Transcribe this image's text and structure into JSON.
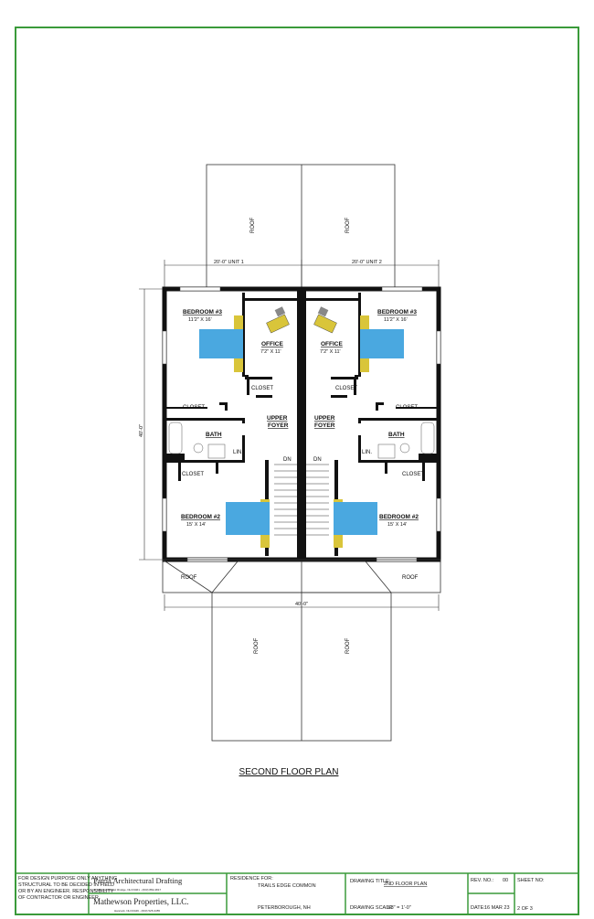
{
  "plan_title": "SECOND FLOOR PLAN",
  "dimensions": {
    "unit1_width": "20'-0\" UNIT 1",
    "unit2_width": "20'-0\" UNIT 2",
    "depth": "40'-0\"",
    "overall_width": "40'-0\""
  },
  "labels": {
    "roof": "ROOF",
    "closet": "CLOSET",
    "bath": "BATH",
    "linen": "LIN.",
    "down": "DN"
  },
  "rooms": {
    "bedroom3": {
      "name": "BEDROOM #3",
      "size": "11'2\" X 16'"
    },
    "office": {
      "name": "OFFICE",
      "size": "7'2\" X 11'"
    },
    "foyer_line1": "UPPER",
    "foyer_line2": "FOYER",
    "bedroom2": {
      "name": "BEDROOM #2",
      "size": "15' X 14'"
    }
  },
  "title_block": {
    "disclaimer": [
      "FOR DESIGN PURPOSE ONLY ANYTHING",
      "STRUCTURAL TO BE DECIDED IN FIELD",
      "OR BY AN ENGINEER.  RESPONSIBILITY",
      "OF CONTRACTOR OR ENGINEER."
    ],
    "drafter": "Patria Architectural Drafting",
    "drafter_address": "40 Mountain Road, Rindge, NH 03461 - (603) 882-4817",
    "owner": "Mathewson Properties, LLC.",
    "owner_address": "Hancock, NH 03449 - (603) 525-3455",
    "residence_label": "RESIDENCE FOR:",
    "residence_name": "TRAILS EDGE COMMON",
    "residence_location": "PETERBOROUGH, NH",
    "drawing_title_label": "DRAWING TITLE:",
    "drawing_title": "2ND FLOOR PLAN",
    "drawing_scale_label": "DRAWING SCALE:",
    "drawing_scale": "1/8\" = 1'-0\"",
    "rev_label": "REV. NO.:",
    "rev": "00",
    "date_label": "DATE:",
    "date": "16 MAR 23",
    "sheet_label": "SHEET NO:",
    "sheet": "2 OF 3"
  },
  "colors": {
    "border": "#3a9a3a",
    "bed": "#4aa8e0",
    "furniture": "#d9c53a",
    "chair": "#888888",
    "wall": "#111111"
  }
}
